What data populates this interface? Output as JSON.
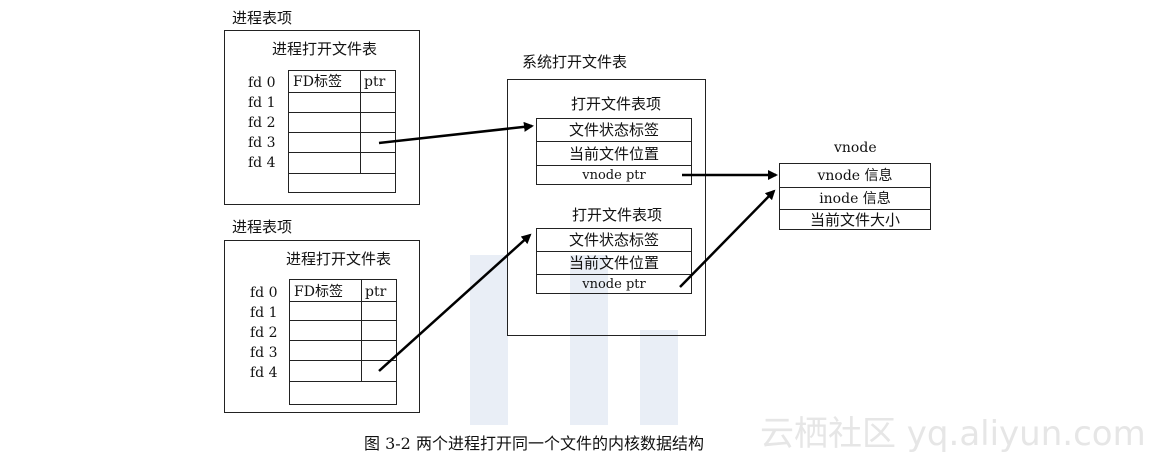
{
  "proc1": {
    "title": "进程表项",
    "subtitle": "进程打开文件表",
    "fds": [
      "fd 0",
      "fd 1",
      "fd 2",
      "fd 3",
      "fd 4"
    ],
    "col_fd": "FD标签",
    "col_ptr": "ptr"
  },
  "proc2": {
    "title": "进程表项",
    "subtitle": "进程打开文件表",
    "fds": [
      "fd 0",
      "fd 1",
      "fd 2",
      "fd 3",
      "fd 4"
    ],
    "col_fd": "FD标签",
    "col_ptr": "ptr"
  },
  "sys": {
    "title": "系统打开文件表",
    "entry1": {
      "title": "打开文件表项",
      "rows": [
        "文件状态标签",
        "当前文件位置",
        "vnode ptr"
      ]
    },
    "entry2": {
      "title": "打开文件表项",
      "rows": [
        "文件状态标签",
        "当前文件位置",
        "vnode ptr"
      ]
    }
  },
  "vnode": {
    "title": "vnode",
    "rows": [
      "vnode 信息",
      "inode 信息",
      "当前文件大小"
    ]
  },
  "caption": "图 3-2    两个进程打开同一个文件的内核数据结构",
  "watermark": "云栖社区 yq.aliyun.com"
}
